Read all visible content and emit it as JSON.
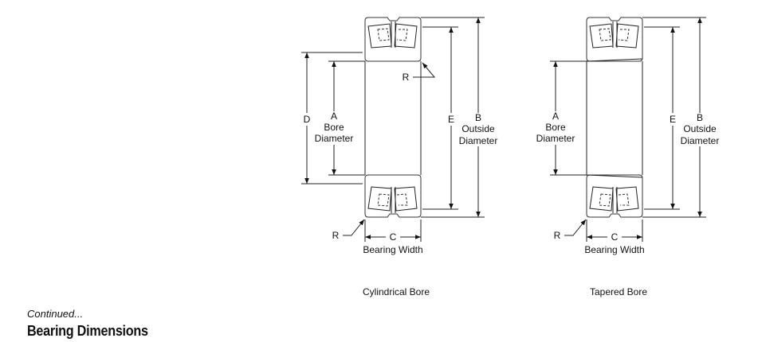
{
  "cylindrical": {
    "caption": "Cylindrical Bore",
    "label_d": "D",
    "label_a": "A",
    "label_bore": "Bore",
    "label_bore_diameter": "Diameter",
    "label_e": "E",
    "label_b": "B",
    "label_outside": "Outside",
    "label_outside_diameter": "Diameter",
    "label_r_upper": "R",
    "label_r_lower": "R",
    "label_c": "C",
    "label_width": "Bearing Width"
  },
  "tapered": {
    "caption": "Tapered Bore",
    "label_a": "A",
    "label_bore": "Bore",
    "label_bore_diameter": "Diameter",
    "label_e": "E",
    "label_b": "B",
    "label_outside": "Outside",
    "label_outside_diameter": "Diameter",
    "label_r_lower": "R",
    "label_c": "C",
    "label_width": "Bearing Width"
  },
  "footer": {
    "continued": "Continued...",
    "heading": "Bearing Dimensions"
  }
}
